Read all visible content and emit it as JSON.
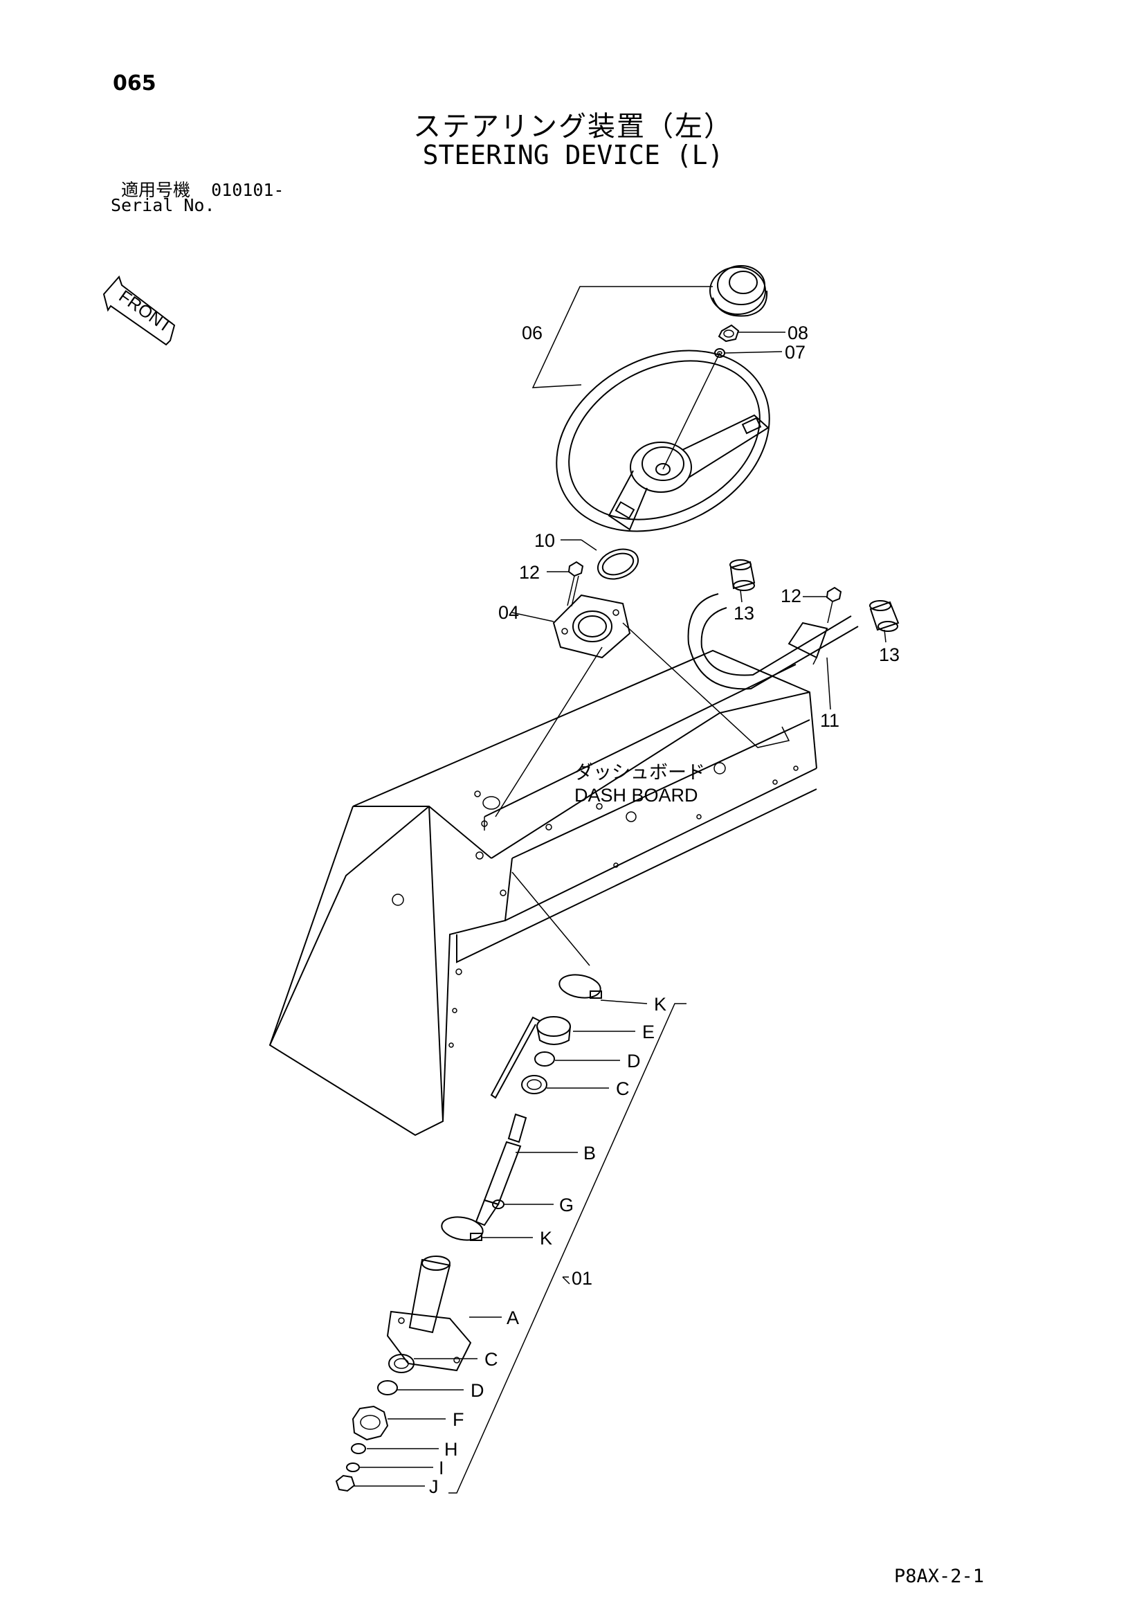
{
  "header": {
    "page_number": "065",
    "title_jp": "ステアリング装置（左）",
    "title_en": "STEERING DEVICE (L)",
    "serial_label_jp": "適用号機",
    "serial_value": "010101-",
    "serial_label_en": "Serial No."
  },
  "front_indicator": {
    "label": "FRONT"
  },
  "dash_board": {
    "label_jp": "ダッシュボード",
    "label_en": "DASH BOARD"
  },
  "callouts": {
    "p06": "06",
    "p08": "08",
    "p07": "07",
    "p10": "10",
    "p12a": "12",
    "p04": "04",
    "p13a": "13",
    "p12b": "12",
    "p13b": "13",
    "p11": "11",
    "pK1": "K",
    "pE": "E",
    "pD1": "D",
    "pC1": "C",
    "pB": "B",
    "pG": "G",
    "pK2": "K",
    "p01": "01",
    "pA": "A",
    "pC2": "C",
    "pD2": "D",
    "pF": "F",
    "pH": "H",
    "pI": "I",
    "pJ": "J"
  },
  "footer": {
    "code": "P8AX-2-1"
  }
}
